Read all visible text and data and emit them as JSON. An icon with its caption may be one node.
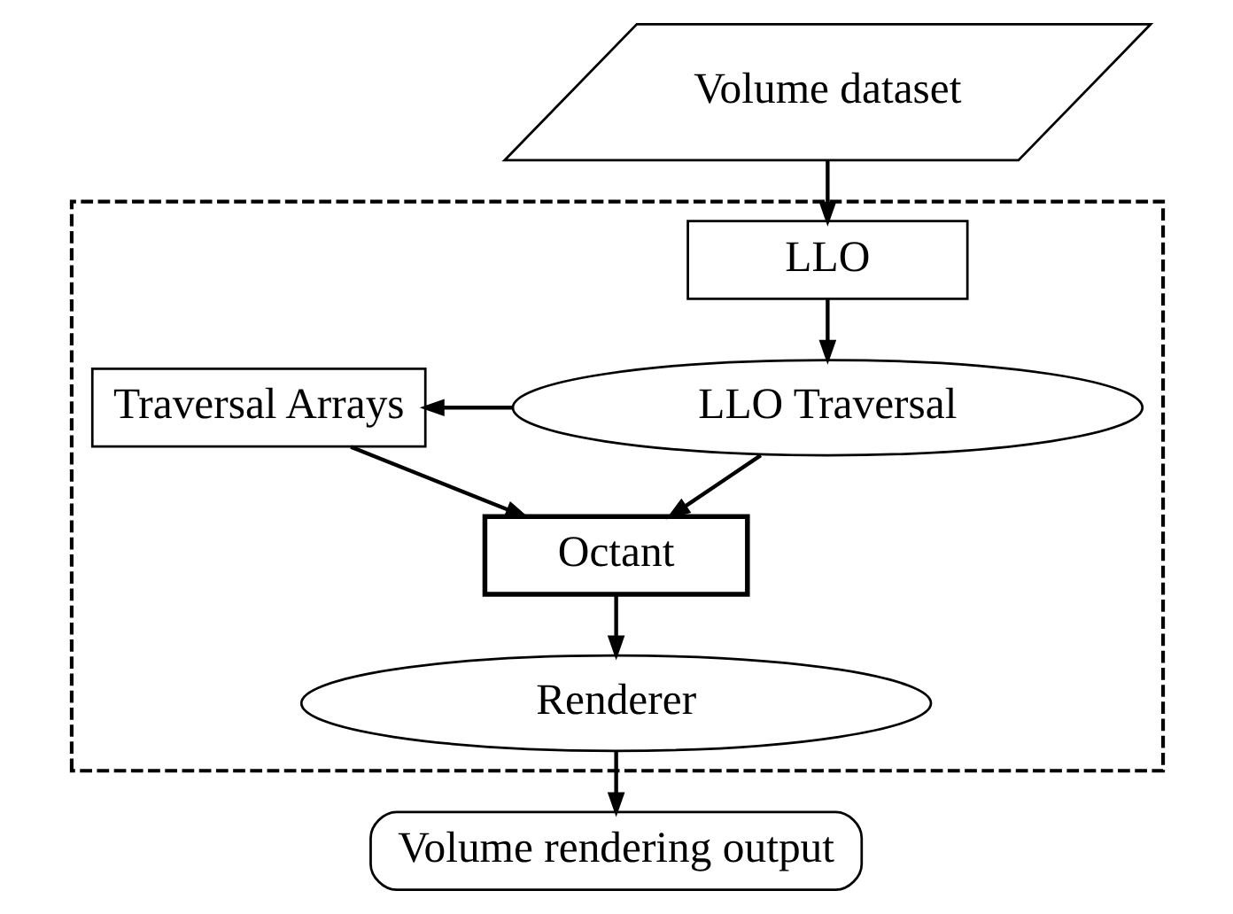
{
  "diagram": {
    "nodes": [
      {
        "text": [
          "Volume dataset"
        ]
      },
      {
        "text": [],
        "shape": "box"
      },
      {
        "text": [
          "LLO"
        ],
        "in": 1
      },
      {
        "text": [
          "LLO Traversal"
        ],
        "in": 1
      },
      {
        "text": [
          "Traversal Arrays"
        ],
        "in": 1
      },
      {
        "text": [
          "Octant"
        ],
        "in": 1
      },
      {
        "text": [
          "Renderer"
        ],
        "in": 1
      },
      {
        "text": [
          "Volume rendering output"
        ]
      }
    ],
    "edges": [
      {
        "from": 0,
        "to": 2,
        "arrow": "to"
      },
      {
        "from": 2,
        "to": 3,
        "arrow": "to"
      },
      {
        "from": 3,
        "to": 4,
        "arrow": "to"
      },
      {
        "from": 3,
        "to": 5,
        "arrow": "to"
      },
      {
        "from": 4,
        "to": 5,
        "arrow": "to"
      },
      {
        "from": 5,
        "to": 6,
        "arrow": "to"
      },
      {
        "from": 6,
        "to": 7,
        "arrow": "to"
      }
    ]
  }
}
